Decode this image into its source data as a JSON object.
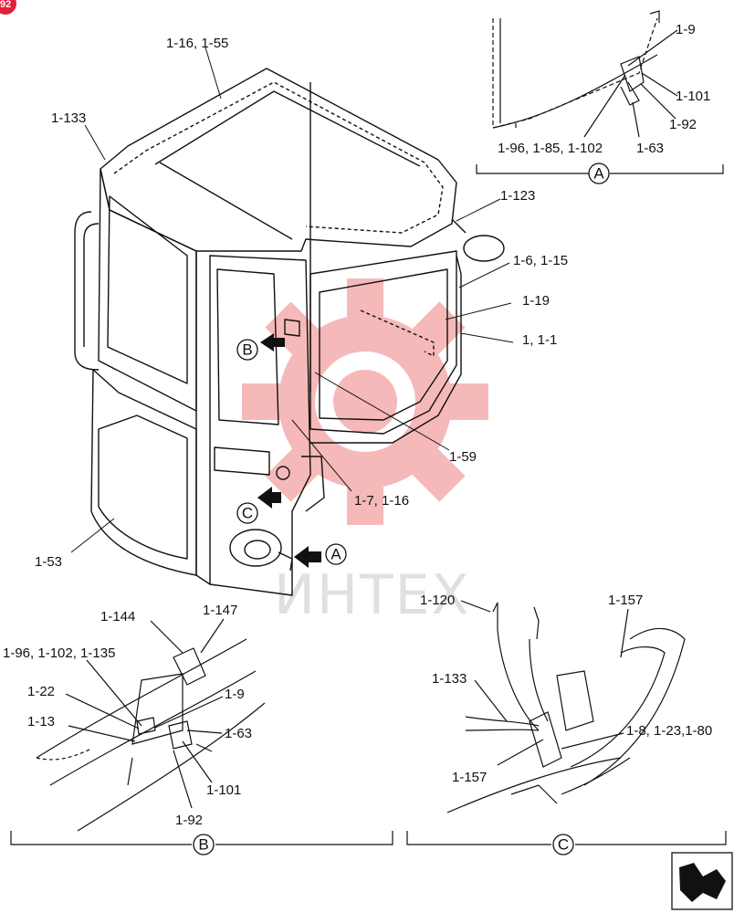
{
  "page_badge": "92",
  "watermark": "ИНТЕХ",
  "labels": {
    "l1_16_55": "1-16, 1-55",
    "l1_133_top": "1-133",
    "l1_123": "1-123",
    "l1_6_15": "1-6, 1-15",
    "l1_19": "1-19",
    "l1_1": "1, 1-1",
    "l1_59": "1-59",
    "l1_7_16": "1-7, 1-16",
    "l1_53": "1-53",
    "a_1_9": "1-9",
    "a_1_101": "1-101",
    "a_1_92": "1-92",
    "a_1_63": "1-63",
    "a_1_96": "1-96, 1-85, 1-102",
    "b_1_144": "1-144",
    "b_1_147": "1-147",
    "b_1_96": "1-96, 1-102, 1-135",
    "b_1_22": "1-22",
    "b_1_9": "1-9",
    "b_1_13": "1-13",
    "b_1_63": "1-63",
    "b_1_101": "1-101",
    "b_1_92": "1-92",
    "c_1_120": "1-120",
    "c_1_157_top": "1-157",
    "c_1_133": "1-133",
    "c_1_8": "1-8, 1-23,1-80",
    "c_1_157_bot": "1-157"
  },
  "callouts": {
    "A": "A",
    "B": "B",
    "C": "C"
  },
  "colors": {
    "ink": "#111111",
    "watermark": "#f08080",
    "badge": "#e0203c"
  }
}
